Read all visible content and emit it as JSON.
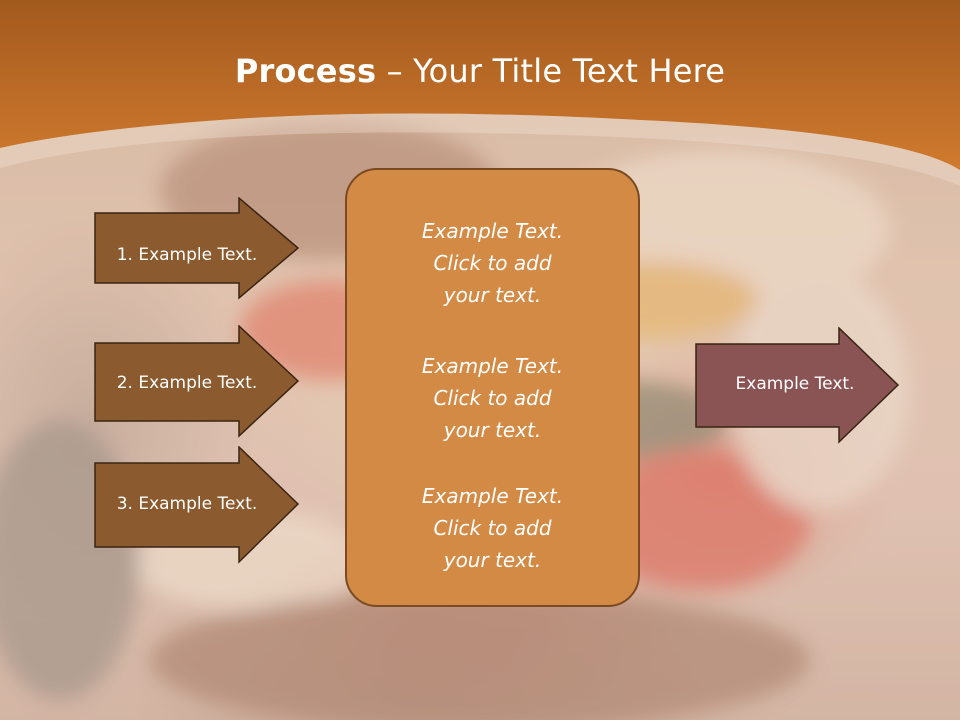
{
  "slide": {
    "title_bold": "Process",
    "title_rest": " – Your Title Text Here"
  },
  "left_arrows": [
    {
      "label": "1. Example Text."
    },
    {
      "label": "2. Example Text."
    },
    {
      "label": "3. Example Text."
    }
  ],
  "center_box": {
    "paragraphs": [
      {
        "lines": [
          "Example Text.",
          "Click  to add",
          "your text."
        ]
      },
      {
        "lines": [
          "Example Text.",
          "Click  to add",
          "your text."
        ]
      },
      {
        "lines": [
          "Example Text.",
          "Click  to add",
          "your text."
        ]
      }
    ]
  },
  "right_arrow": {
    "label": "Example Text."
  },
  "colors": {
    "header_orange": "#c7702a",
    "left_arrow_fill": "#8b5a2e",
    "center_box_fill": "#d28a44",
    "right_arrow_fill": "#8a5454",
    "outline": "#3a2412"
  }
}
